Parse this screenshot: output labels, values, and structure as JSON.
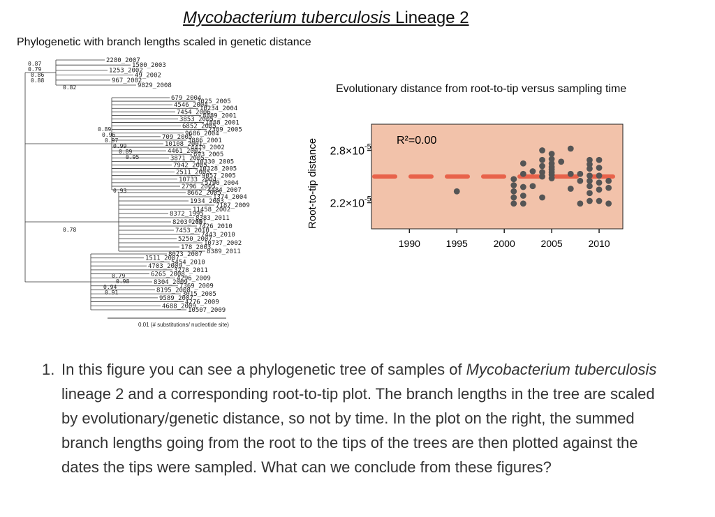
{
  "header": {
    "title_italic": "Mycobacterium tuberculosis",
    "title_rest": " Lineage 2",
    "subtitle": "Phylogenetic with branch lengths scaled in genetic distance"
  },
  "tree": {
    "support_values": [
      "0.87",
      "0.79",
      "0.86",
      "0.88",
      "0.82",
      "0.89",
      "0.96",
      "0.97",
      "0.99",
      "0.89",
      "0.95",
      "0.93",
      "0.78",
      "0.65",
      "0.79",
      "0.98",
      "0.94",
      "0.91"
    ],
    "tip_labels": [
      "2280_2007",
      "1500_2003",
      "1253_2002",
      "49_2002",
      "967_2002",
      "9829_2008",
      "679_2004",
      "3025_2005",
      "4546_2004",
      "10234_2004",
      "7454_2006",
      "8889_2001",
      "3853_2005",
      "1888_2001",
      "6852_2005",
      "2389_2005",
      "9686_2004",
      "709_2005",
      "3886_2001",
      "10108_2001",
      "4419_2002",
      "4461_2002",
      "693_2005",
      "3871_2005",
      "10330_2005",
      "7942_2005",
      "10328_2005",
      "2511_2005",
      "9057_2005",
      "10733_2004",
      "5790_2004",
      "2796_2005",
      "4484_2007",
      "8662_2005",
      "1374_2004",
      "1934_2003",
      "7187_2009",
      "11458_2002",
      "8372_1995",
      "8383_2011",
      "8203_2001",
      "7426_2010",
      "7453_2010",
      "7443_2010",
      "5250_2007",
      "10737_2002",
      "178_2003",
      "8389_2011",
      "8073_2007",
      "1511_2007",
      "5454_2010",
      "4703_2009",
      "3278_2011",
      "6265_2008",
      "4296_2009",
      "8304_2009",
      "7369_2009",
      "8195_2008",
      "3015_2005",
      "9589_2007",
      "4276_2009",
      "4688_2009",
      "10507_2009"
    ],
    "scale_label": "0.01 (# substitutions/ nucleotide site)"
  },
  "plot": {
    "title": "Evolutionary distance from root-to-tip versus sampling time",
    "r2_label": "R²=0.00",
    "ylabel": "Root-to-tip distance",
    "colors": {
      "panel": "#f2c2aa",
      "point": "#555555",
      "trend": "#e8624a"
    }
  },
  "chart_data": {
    "type": "scatter",
    "title": "Evolutionary distance from root-to-tip versus sampling time",
    "xlabel": "",
    "ylabel": "Root-to-tip distance",
    "annotation": "R²=0.00",
    "xlim": [
      1986,
      2012.5
    ],
    "ylim": [
      1.9e-05,
      3.1e-05
    ],
    "x_ticks": [
      1990,
      1995,
      2000,
      2005,
      2010
    ],
    "y_ticks": [
      2.2e-05,
      2.8e-05
    ],
    "y_tick_labels": [
      "2.2×10",
      "2.8×10"
    ],
    "y_tick_exponent": "-5",
    "trend_y": 2.5e-05,
    "points": [
      {
        "x": 1995,
        "y": 2.33e-05
      },
      {
        "x": 2001,
        "y": 2.47e-05
      },
      {
        "x": 2001,
        "y": 2.4e-05
      },
      {
        "x": 2001,
        "y": 2.33e-05
      },
      {
        "x": 2001,
        "y": 2.26e-05
      },
      {
        "x": 2001,
        "y": 2.19e-05
      },
      {
        "x": 2002,
        "y": 2.65e-05
      },
      {
        "x": 2002,
        "y": 2.53e-05
      },
      {
        "x": 2002,
        "y": 2.38e-05
      },
      {
        "x": 2002,
        "y": 2.28e-05
      },
      {
        "x": 2002,
        "y": 2.19e-05
      },
      {
        "x": 2003,
        "y": 2.56e-05
      },
      {
        "x": 2003,
        "y": 2.39e-05
      },
      {
        "x": 2004,
        "y": 2.8e-05
      },
      {
        "x": 2004,
        "y": 2.69e-05
      },
      {
        "x": 2004,
        "y": 2.62e-05
      },
      {
        "x": 2004,
        "y": 2.55e-05
      },
      {
        "x": 2004,
        "y": 2.5e-05
      },
      {
        "x": 2004,
        "y": 2.26e-05
      },
      {
        "x": 2005,
        "y": 2.76e-05
      },
      {
        "x": 2005,
        "y": 2.7e-05
      },
      {
        "x": 2005,
        "y": 2.65e-05
      },
      {
        "x": 2005,
        "y": 2.61e-05
      },
      {
        "x": 2005,
        "y": 2.58e-05
      },
      {
        "x": 2005,
        "y": 2.55e-05
      },
      {
        "x": 2005,
        "y": 2.52e-05
      },
      {
        "x": 2005,
        "y": 2.48e-05
      },
      {
        "x": 2006,
        "y": 2.67e-05
      },
      {
        "x": 2007,
        "y": 2.82e-05
      },
      {
        "x": 2007,
        "y": 2.53e-05
      },
      {
        "x": 2007,
        "y": 2.36e-05
      },
      {
        "x": 2008,
        "y": 2.53e-05
      },
      {
        "x": 2008,
        "y": 2.45e-05
      },
      {
        "x": 2008,
        "y": 2.19e-05
      },
      {
        "x": 2009,
        "y": 2.69e-05
      },
      {
        "x": 2009,
        "y": 2.64e-05
      },
      {
        "x": 2009,
        "y": 2.59e-05
      },
      {
        "x": 2009,
        "y": 2.51e-05
      },
      {
        "x": 2009,
        "y": 2.45e-05
      },
      {
        "x": 2009,
        "y": 2.39e-05
      },
      {
        "x": 2009,
        "y": 2.31e-05
      },
      {
        "x": 2009,
        "y": 2.22e-05
      },
      {
        "x": 2010,
        "y": 2.69e-05
      },
      {
        "x": 2010,
        "y": 2.6e-05
      },
      {
        "x": 2010,
        "y": 2.51e-05
      },
      {
        "x": 2010,
        "y": 2.43e-05
      },
      {
        "x": 2010,
        "y": 2.35e-05
      },
      {
        "x": 2010,
        "y": 2.22e-05
      },
      {
        "x": 2011,
        "y": 2.45e-05
      },
      {
        "x": 2011,
        "y": 2.37e-05
      },
      {
        "x": 2011,
        "y": 2.19e-05
      }
    ]
  },
  "question": {
    "number": "1.",
    "p1": "In this figure you can see a phylogenetic tree of samples of ",
    "italic1": "Mycobacterium tuberculosis",
    "p2": " lineage 2 and a corresponding root-to-tip plot. The branch lengths in the tree are scaled by evolutionary/genetic distance, so not by time. In the plot on the right, the summed branch lengths going from the root to the tips of the trees are then plotted against the dates the tips were sampled. What can we conclude from these figures?"
  }
}
